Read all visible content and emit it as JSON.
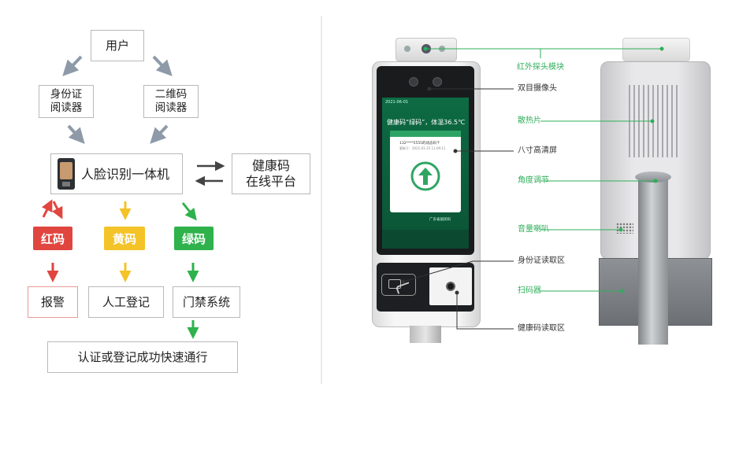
{
  "flow": {
    "user": "用户",
    "id_reader": [
      "身份证",
      "阅读器"
    ],
    "qr_reader": [
      "二维码",
      "阅读器"
    ],
    "face_terminal": "人脸识别一体机",
    "health_platform": [
      "健康码",
      "在线平台"
    ],
    "codes": {
      "red": "红码",
      "yellow": "黄码",
      "green": "绿码"
    },
    "outcomes": {
      "alarm": "报警",
      "manual": "人工登记",
      "gate": "门禁系统"
    },
    "final": "认证或登记成功快速通行"
  },
  "colors": {
    "red": "#e0463f",
    "yellow": "#f3c328",
    "green": "#2fb24c",
    "arrow_gray": "#8e9aa8",
    "label_green": "#2fae5a"
  },
  "device": {
    "screen": {
      "status_left": "2021-06-01",
      "headline": "健康码“绿码”，体温36.5℃",
      "card_line1": "132****5555的动态码个",
      "card_line2": "更新于：2021-01-25 11:09:11",
      "footer_text": "广东省居民码"
    },
    "labels": {
      "ir_module": "红外探头模块",
      "dual_camera": "双目摄像头",
      "heat_sink": "散热片",
      "screen8": "八寸高清屏",
      "angle": "角度调节",
      "speaker": "音量喇叭",
      "id_area": "身份证读取区",
      "scanner": "扫码器",
      "health_area": "健康码读取区"
    }
  }
}
